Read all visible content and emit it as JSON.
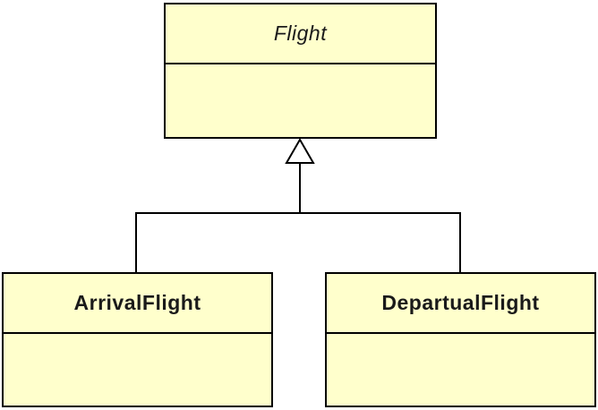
{
  "diagram": {
    "kind": "uml-class-diagram",
    "classes": [
      {
        "name": "Flight",
        "abstract": true,
        "attributes": [],
        "operations": []
      },
      {
        "name": "ArrivalFlight",
        "abstract": false,
        "attributes": [],
        "operations": []
      },
      {
        "name": "DepartualFlight",
        "abstract": false,
        "attributes": [],
        "operations": []
      }
    ],
    "relations": [
      {
        "type": "generalization",
        "from": "ArrivalFlight",
        "to": "Flight"
      },
      {
        "type": "generalization",
        "from": "DepartualFlight",
        "to": "Flight"
      }
    ],
    "colors": {
      "class_fill": "#FFFFCC",
      "border": "#000000",
      "background": "#FFFFFF"
    }
  }
}
